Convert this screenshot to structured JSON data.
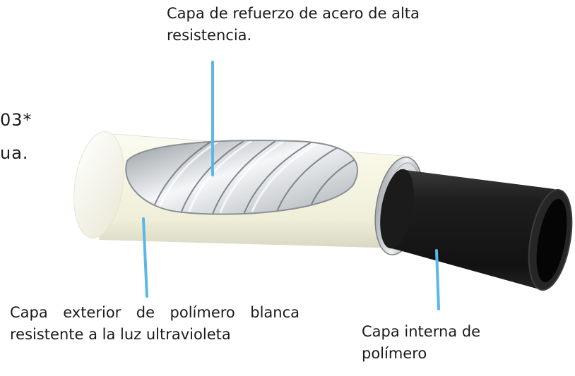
{
  "labels": {
    "steel_layer": "Capa de refuerzo de acero de alta resistencia.",
    "outer_layer": "Capa exterior de polímero blanca resistente a la luz ultravioleta",
    "inner_layer": "Capa interna de polímero"
  },
  "cropped_text": {
    "line1": "03*",
    "line2": "ua."
  },
  "colors": {
    "leader_line": "#5bb7e8",
    "outer_pipe": "#f6f5e4",
    "inner_pipe": "#1c1c1c",
    "steel": "#c9cdd1"
  }
}
